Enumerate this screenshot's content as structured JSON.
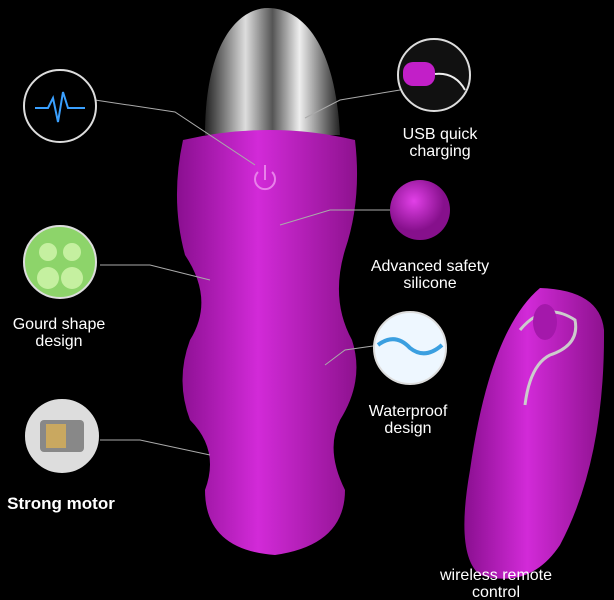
{
  "features": {
    "usb": [
      "USB quick",
      "charging"
    ],
    "silicone": [
      "Advanced safety",
      "silicone"
    ],
    "gourd": [
      "Gourd shape",
      "design"
    ],
    "waterproof": [
      "Waterproof",
      "design"
    ],
    "motor": "Strong motor",
    "remote": [
      "wireless remote",
      "control"
    ]
  },
  "colors": {
    "product": "#c21fc8",
    "background": "#000000"
  }
}
